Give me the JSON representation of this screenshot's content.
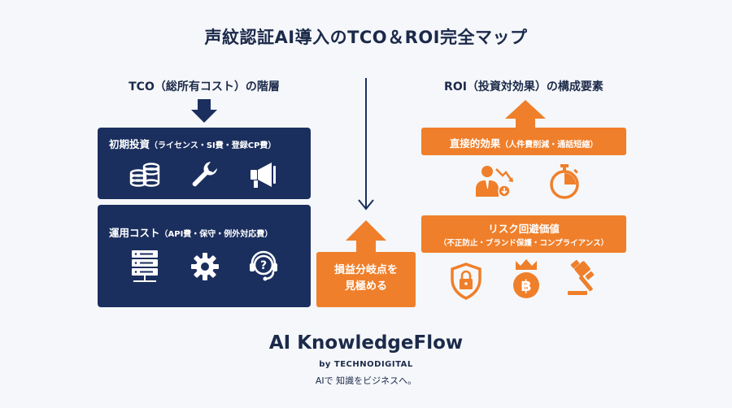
{
  "title": "声紋認証AI導入のTCO＆ROI完全マップ",
  "tco": {
    "heading": "TCO（総所有コスト）の階層",
    "initial": {
      "title": "初期投資",
      "detail": "（ライセンス・SI費・登録CP費）",
      "icons": [
        "coins-stack-icon",
        "wrench-icon",
        "megaphone-icon"
      ]
    },
    "running": {
      "title": "運用コスト",
      "detail": "（API費・保守・例外対応費）",
      "icons": [
        "server-icon",
        "gear-icon",
        "support-headset-icon"
      ]
    }
  },
  "center": {
    "breakeven_line1": "損益分岐点を",
    "breakeven_line2": "見極める"
  },
  "roi": {
    "heading": "ROI（投資対効果）の構成要素",
    "direct": {
      "title": "直接的効果",
      "detail": "（人件費削減・通話短縮）",
      "icons": [
        "person-cost-down-icon",
        "stopwatch-icon"
      ]
    },
    "risk": {
      "title": "リスク回避価値",
      "detail": "（不正防止・ブランド保護・コンプライアンス）",
      "icons": [
        "shield-lock-icon",
        "crown-coin-icon",
        "gavel-icon"
      ]
    }
  },
  "brand": {
    "name": "AI KnowledgeFlow",
    "by": "by TECHNODIGITAL",
    "tagline": "AIで 知識をビジネスへ。"
  },
  "colors": {
    "navy": "#1b2f5e",
    "orange": "#ef7f2a",
    "background": "#f5f7fa"
  }
}
